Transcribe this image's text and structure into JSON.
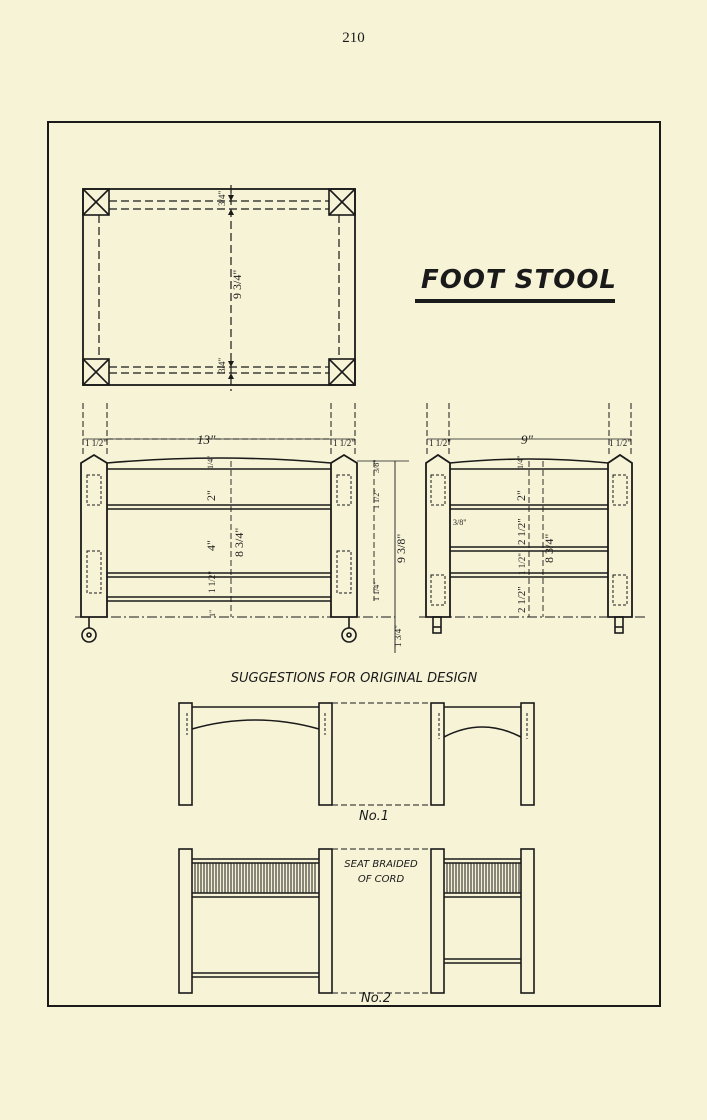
{
  "page_number": "210",
  "title": "FOOT STOOL",
  "section_heading": "SUGGESTIONS FOR ORIGINAL DESIGN",
  "design_1_label": "No.1",
  "design_2_label": "No.2",
  "seat_note_line1": "SEAT BRAIDED",
  "seat_note_line2": "OF CORD",
  "dimensions": {
    "plan_top": "3/4\"",
    "plan_depth": "9 3/4\"",
    "plan_bottom": "3/4\"",
    "front_left_post": "1 1/2\"",
    "front_width": "13\"",
    "front_right_post": "1 1/2\"",
    "front_top_rail": "1/4\"",
    "front_upper": "2\"",
    "front_middle": "4\"",
    "front_lower": "1 1/2\"",
    "front_bottom": "1\"",
    "front_span": "8 3/4\"",
    "front_r1": "3/8\"",
    "front_r2": "1 1/2\"",
    "front_total": "9 3/8\"",
    "front_r3": "1 1/4\"",
    "front_caster": "1 3/4\"",
    "side_left_post": "1 1/2\"",
    "side_width": "9\"",
    "side_right_post": "1 1/2\"",
    "side_top_rail": "1/4\"",
    "side_upper": "2\"",
    "side_inset": "3/8\"",
    "side_middle": "2 1/2\"",
    "side_lower_mid": "1 1/2\"",
    "side_lower": "2 1/2\"",
    "side_span": "8 3/4\""
  }
}
